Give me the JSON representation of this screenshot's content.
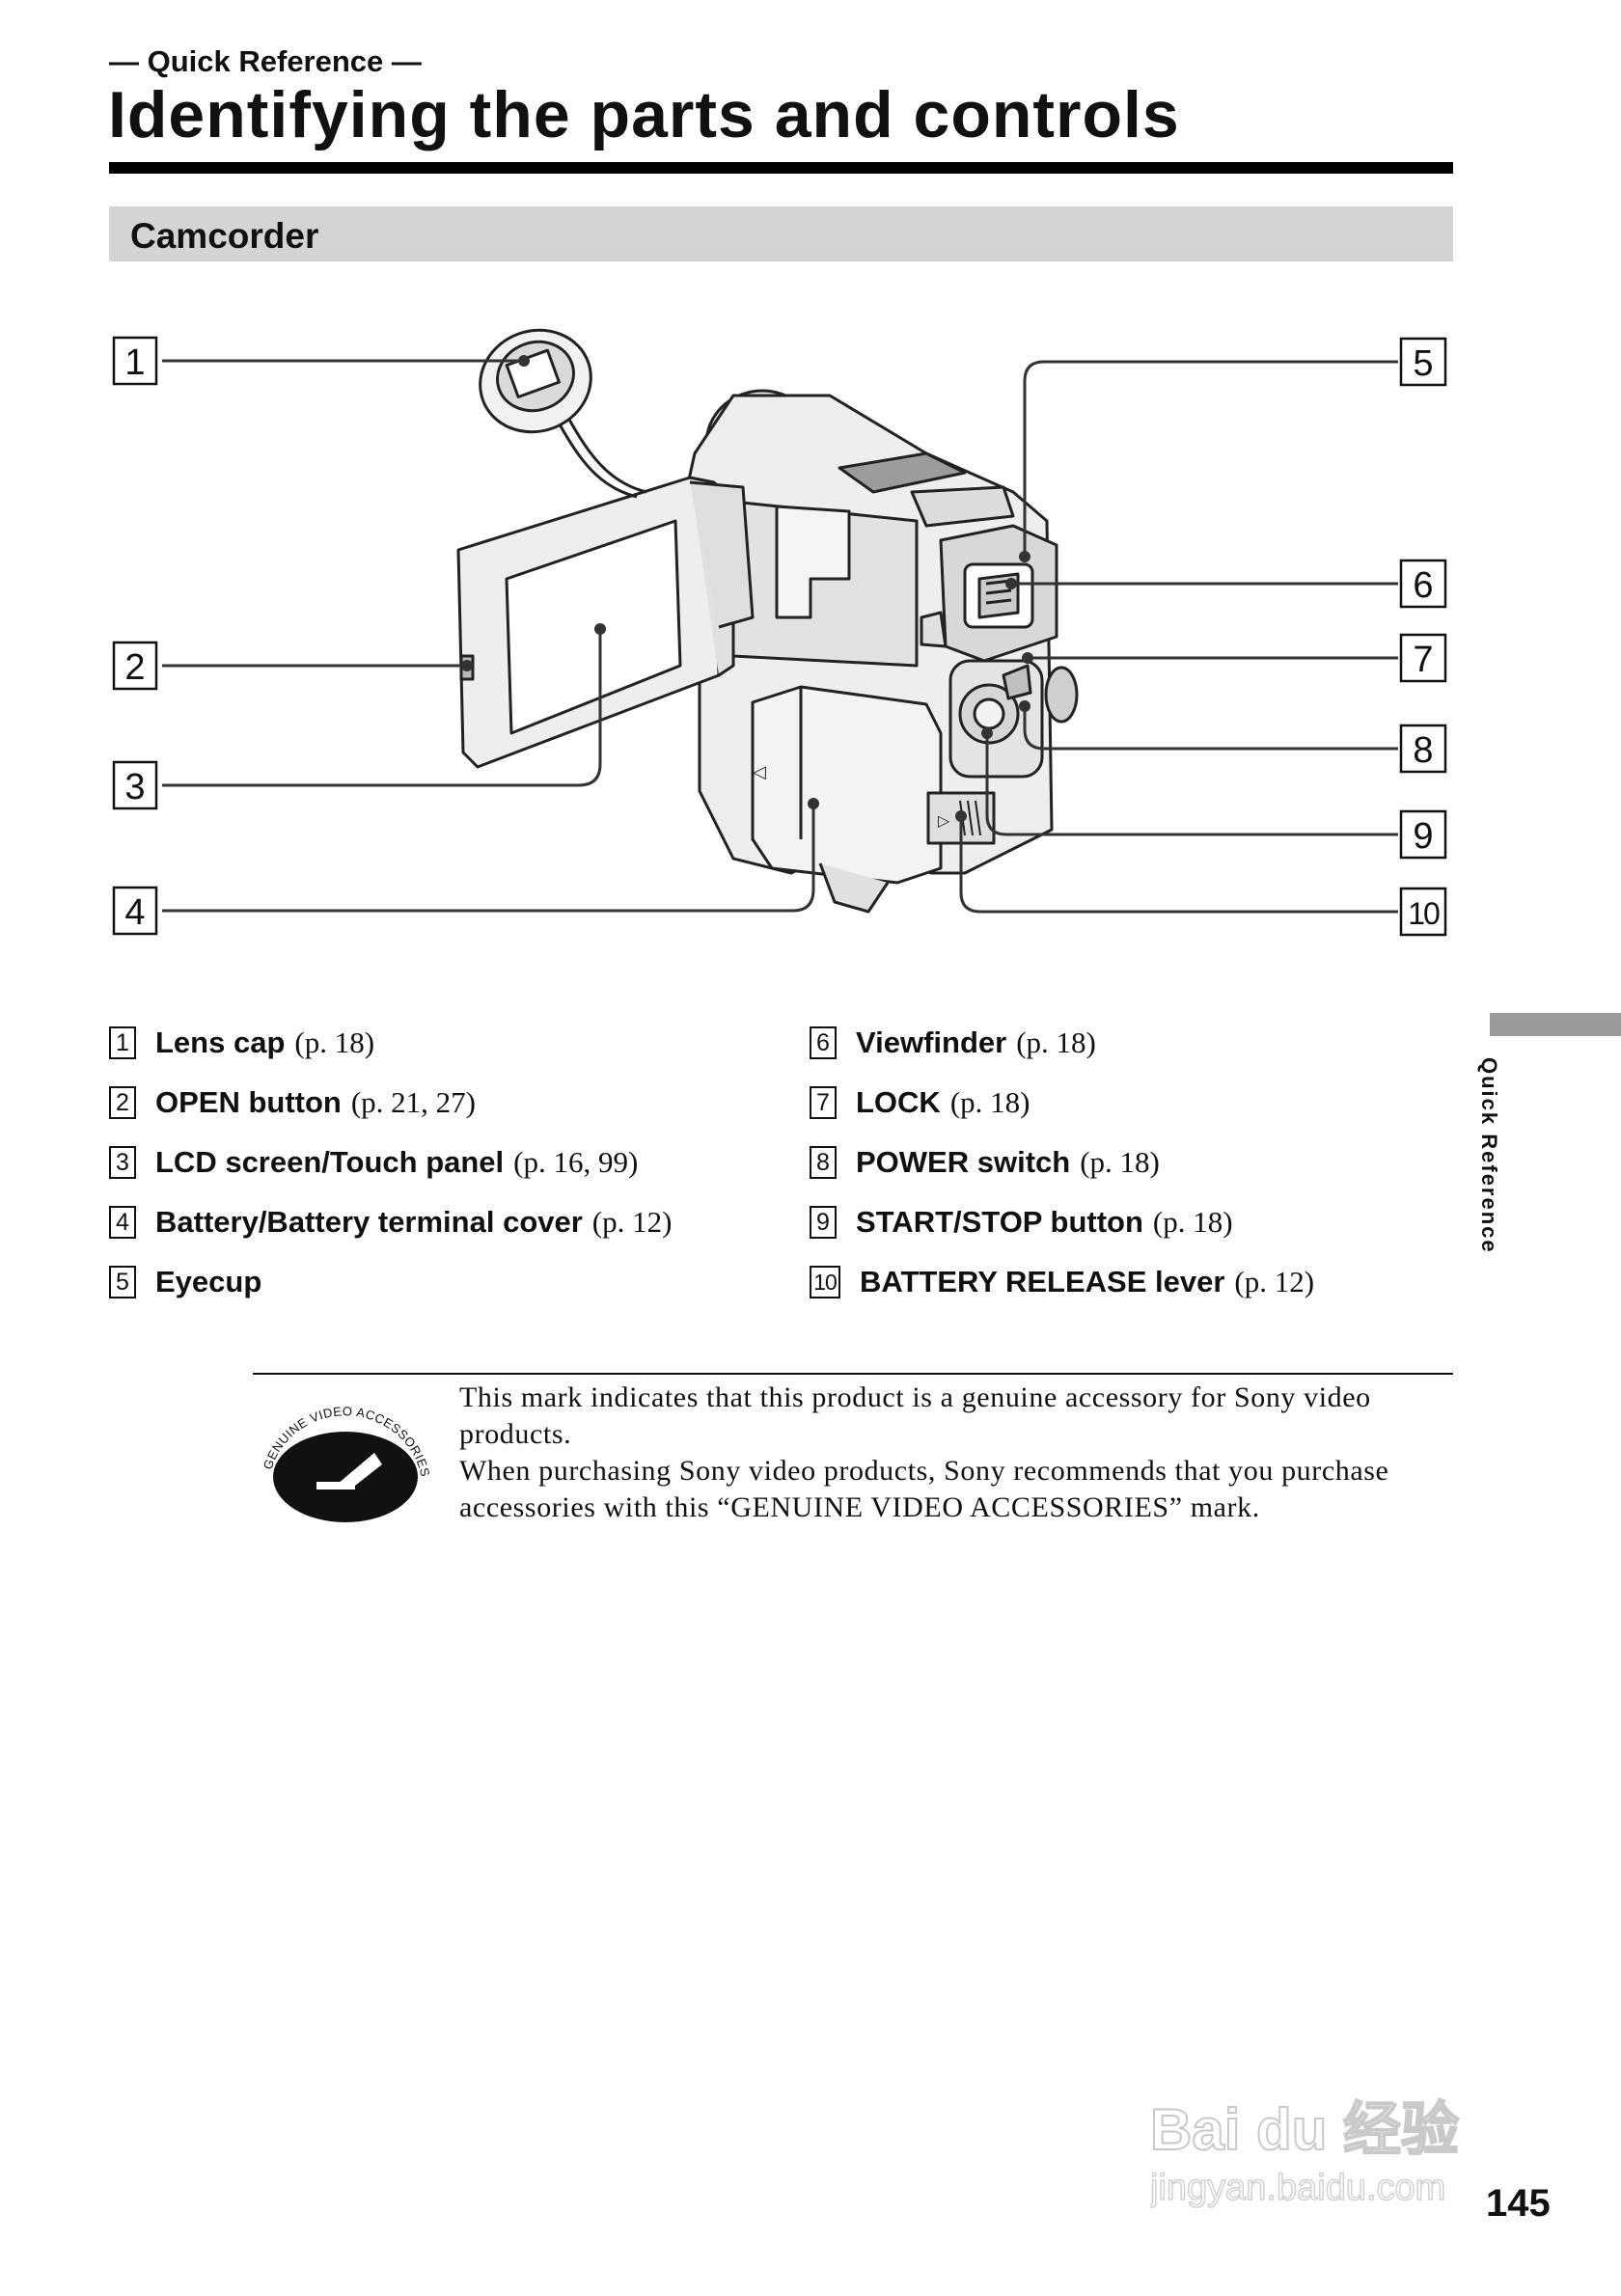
{
  "header": {
    "kicker": "— Quick Reference —",
    "title": "Identifying the parts and controls"
  },
  "section": {
    "title": "Camcorder"
  },
  "diagram": {
    "callouts": [
      "1",
      "2",
      "3",
      "4",
      "5",
      "6",
      "7",
      "8",
      "9",
      "10"
    ],
    "battery_arrow": "◁",
    "release_arrow": "▷"
  },
  "parts_left": [
    {
      "num": "1",
      "name": "Lens cap",
      "ref": "(p. 18)"
    },
    {
      "num": "2",
      "name": "OPEN button",
      "ref": "(p. 21, 27)"
    },
    {
      "num": "3",
      "name": "LCD screen/Touch panel",
      "ref": "(p. 16, 99)"
    },
    {
      "num": "4",
      "name": "Battery/Battery terminal cover",
      "ref": "(p. 12)"
    },
    {
      "num": "5",
      "name": "Eyecup",
      "ref": ""
    }
  ],
  "parts_right": [
    {
      "num": "6",
      "name": "Viewfinder",
      "ref": "(p. 18)"
    },
    {
      "num": "7",
      "name": "LOCK",
      "ref": "(p. 18)"
    },
    {
      "num": "8",
      "name": "POWER switch",
      "ref": "(p. 18)"
    },
    {
      "num": "9",
      "name": "START/STOP button",
      "ref": "(p. 18)"
    },
    {
      "num": "10",
      "name": "BATTERY RELEASE lever",
      "ref": "(p. 12)"
    }
  ],
  "side_tab": {
    "label": "Quick Reference"
  },
  "note": {
    "logo_text": "GENUINE VIDEO ACCESSORIES",
    "line1": "This mark indicates that this product is a genuine accessory for Sony video products.",
    "line2": "When purchasing Sony video products, Sony recommends that you purchase accessories with this “GENUINE VIDEO ACCESSORIES” mark."
  },
  "page_number": "145",
  "watermark": {
    "brand": "Bai du 经验",
    "url": "jingyan.baidu.com"
  }
}
